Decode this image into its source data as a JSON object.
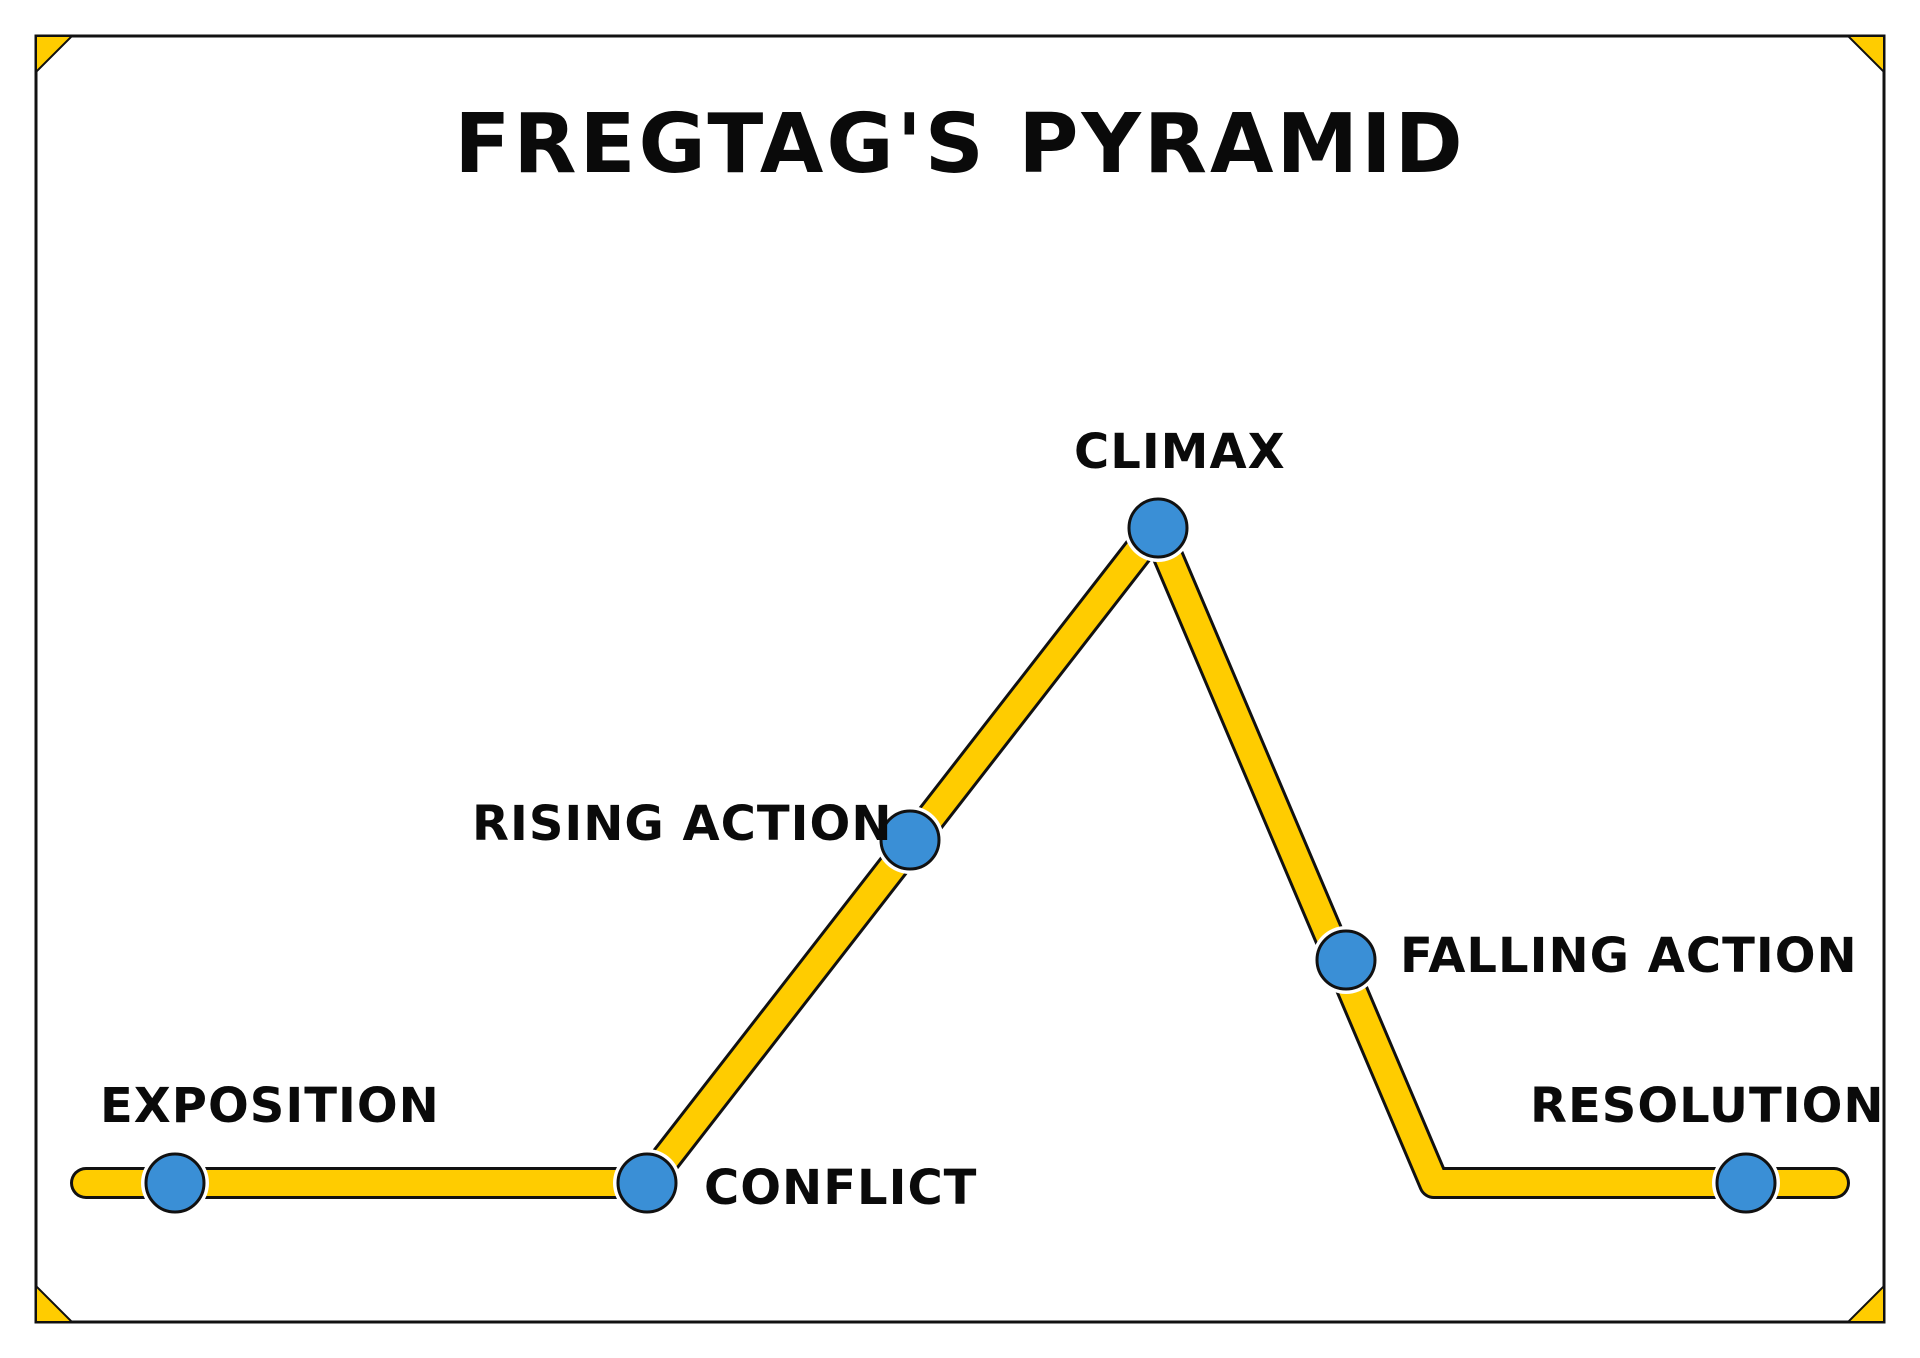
{
  "title": "FREGTAG'S PYRAMID",
  "colors": {
    "line": "#FFCC00",
    "node": "#3A8FD6",
    "outline": "#111111",
    "corner": "#FFCC00"
  },
  "stages": {
    "exposition": "EXPOSITION",
    "conflict": "CONFLICT",
    "rising_action": "RISING ACTION",
    "climax": "CLIMAX",
    "falling_action": "FALLING ACTION",
    "resolution": "RESOLUTION"
  }
}
